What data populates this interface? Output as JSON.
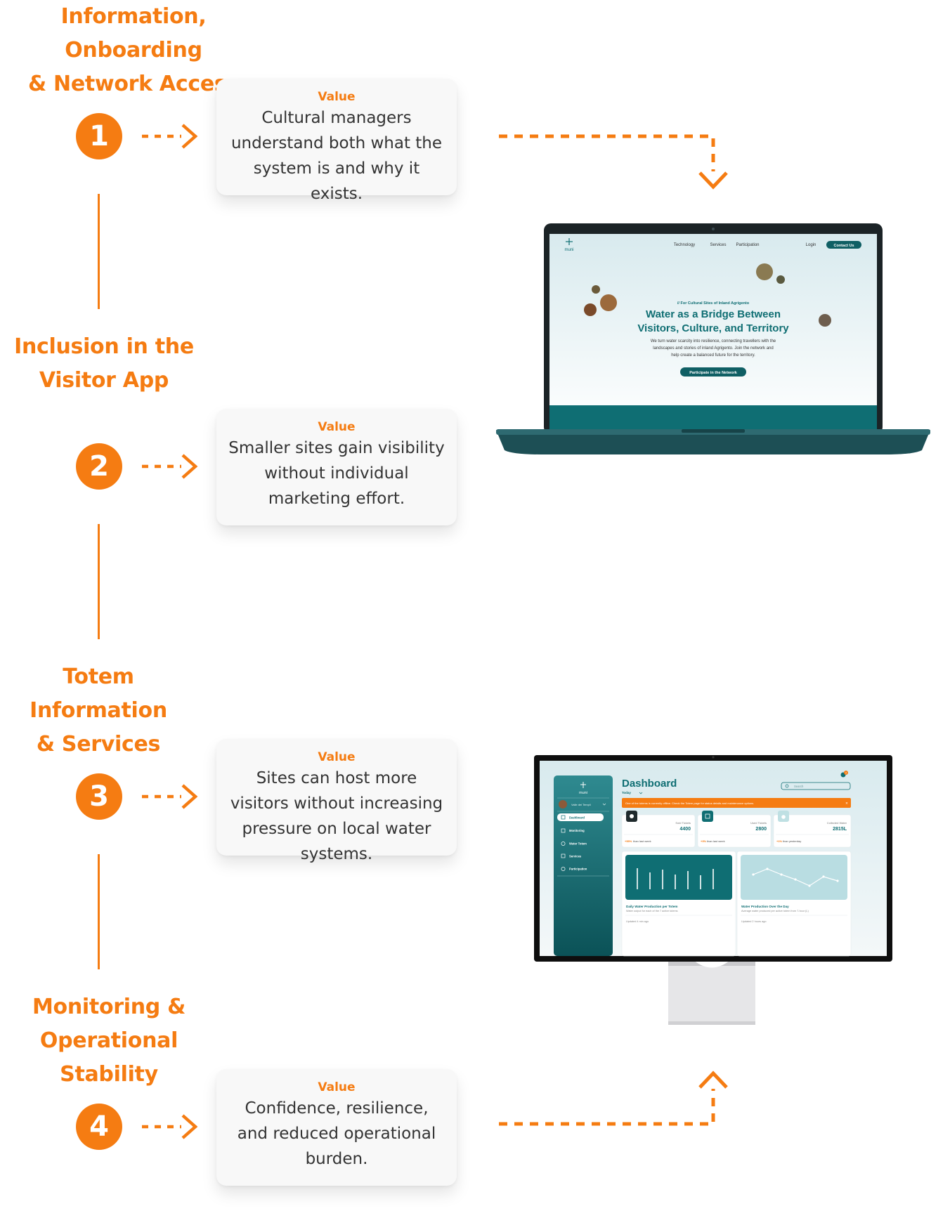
{
  "colors": {
    "accent": "#f57c12",
    "teal": "#0f6e73",
    "dark_teal": "#0b5a5f",
    "alert": "#f57c12"
  },
  "steps": [
    {
      "number": "1",
      "heading_line1": "Information, Onboarding",
      "heading_line2": "& Network Access",
      "value_label": "Value",
      "value_text": "Cultural managers understand both what the system is and why it exists."
    },
    {
      "number": "2",
      "heading_line1": "Inclusion in the",
      "heading_line2": "Visitor App",
      "value_label": "Value",
      "value_text": "Smaller sites gain visibility without individual marketing effort."
    },
    {
      "number": "3",
      "heading_line1": "Totem Information",
      "heading_line2": "& Services",
      "value_label": "Value",
      "value_text": "Sites can host more visitors without increasing pressure on local water systems."
    },
    {
      "number": "4",
      "heading_line1": "Monitoring &",
      "heading_line2": "Operational Stability",
      "value_label": "Value",
      "value_text": "Confidence, resilience, and reduced operational burden."
    }
  ],
  "laptop": {
    "logo": "muni",
    "nav": [
      "Technology",
      "Services",
      "Participation"
    ],
    "login": "Login",
    "contact": "Contact Us",
    "kicker": "// For Cultural Sites of Inland Agrigento",
    "title_line1": "Water as a Bridge Between",
    "title_line2": "Visitors, Culture, and Territory",
    "body_line1": "We turn water scarcity into resilience, connecting travellers with the",
    "body_line2": "landscapes and stories of inland Agrigento. Join the network and",
    "body_line3": "help create a balanced future for the territory.",
    "cta": "Participate in the Network"
  },
  "dashboard": {
    "logo": "muni",
    "user": "Valle dei Templi",
    "nav": [
      "Dashboard",
      "Monitoring",
      "Water Totem",
      "Services",
      "Participation"
    ],
    "title": "Dashboard",
    "filter": "Today",
    "search_placeholder": "Search",
    "notification_count": "2",
    "alert": "One of the totems is currently offline. Check the Totem page for status details and maintenance options.",
    "alert_close": "×",
    "stats": [
      {
        "label": "Sold Tickets",
        "value": "4400",
        "delta": "+55%",
        "delta_text": "than last week"
      },
      {
        "label": "Used Tickets",
        "value": "2800",
        "delta": "+3%",
        "delta_text": "than last week"
      },
      {
        "label": "Collected Water",
        "value": "2815L",
        "delta": "+1%",
        "delta_text": "than yesterday"
      }
    ],
    "cards": [
      {
        "title": "Daily Water Production per Totem",
        "subtitle": "Water output for each of the 7 active totems",
        "updated": "Updated 4 min ago"
      },
      {
        "title": "Water Production Over the Day",
        "subtitle": "Average water produced per active totem from 7-hour (L)",
        "updated": "Updated 2 hours ago"
      }
    ]
  }
}
